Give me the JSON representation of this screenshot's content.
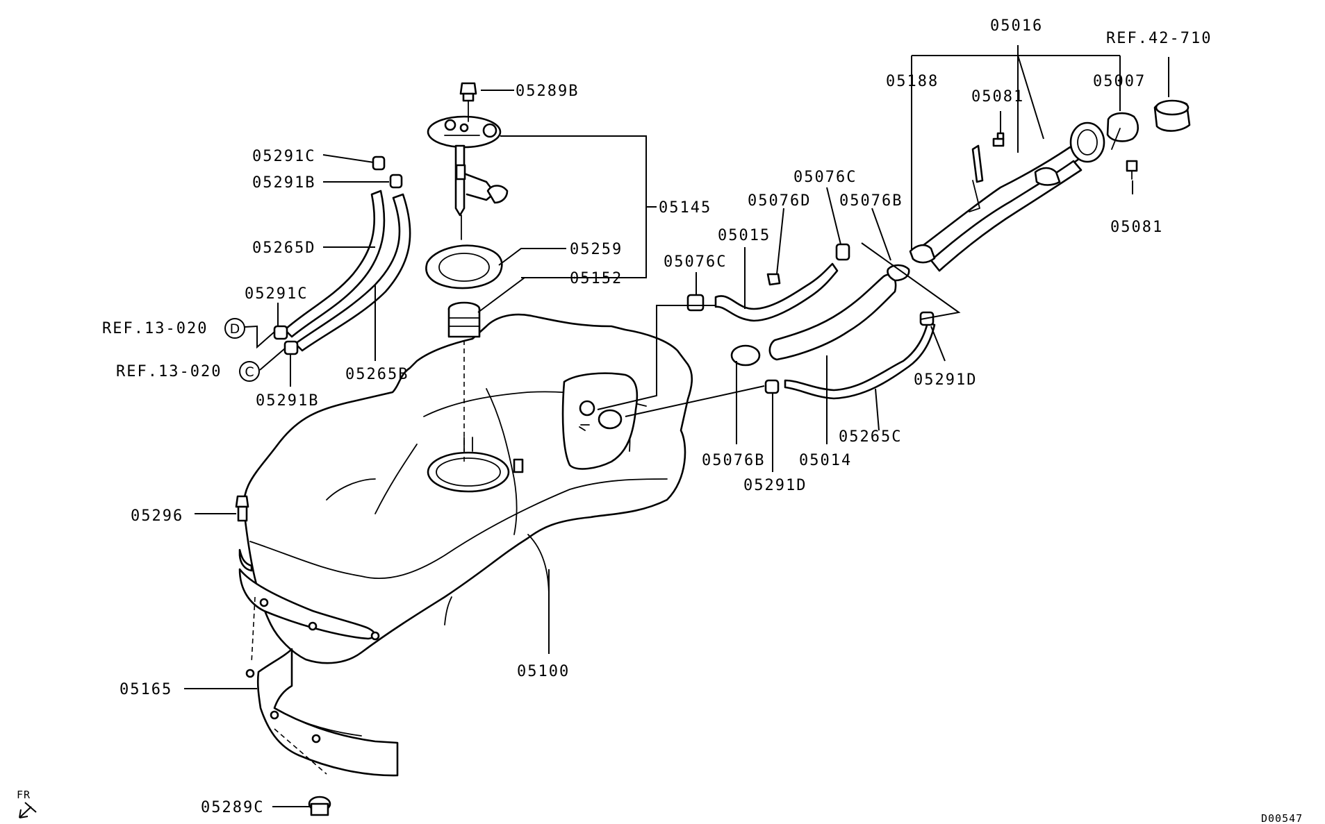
{
  "labels": {
    "p05016": "05016",
    "ref42710": "REF.42-710",
    "p05188": "05188",
    "p05081a": "05081",
    "p05007": "05007",
    "p05081b": "05081",
    "p05289B": "05289B",
    "p05291C_a": "05291C",
    "p05291B_a": "05291B",
    "p05145": "05145",
    "p05076C_a": "05076C",
    "p05076D": "05076D",
    "p05076B_a": "05076B",
    "p05015": "05015",
    "p05265D": "05265D",
    "p05259": "05259",
    "p05076C_b": "05076C",
    "p05152": "05152",
    "p05291C_b": "05291C",
    "ref13020_d": "REF.13-020",
    "ref13020_c": "REF.13-020",
    "p05265B": "05265B",
    "p05291B_b": "05291B",
    "p05291D_a": "05291D",
    "p05265C": "05265C",
    "p05076B_b": "05076B",
    "p05014": "05014",
    "p05291D_b": "05291D",
    "p05296": "05296",
    "p05100": "05100",
    "p05165": "05165",
    "p05289C": "05289C",
    "fr": "FR",
    "diagram_code": "D00547"
  },
  "circle_refs": {
    "d": "D",
    "c": "C"
  }
}
